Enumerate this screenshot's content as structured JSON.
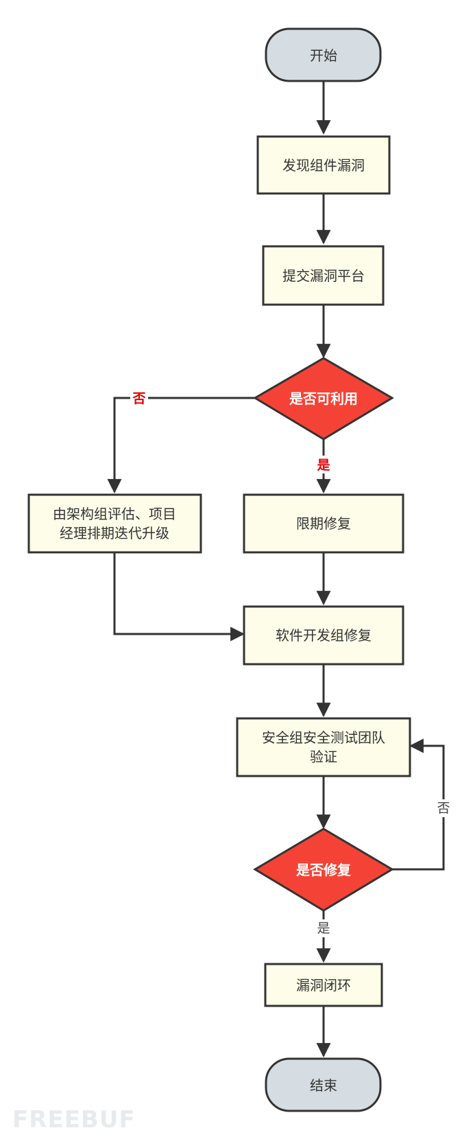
{
  "flowchart": {
    "start": "开始",
    "discover": "发现组件漏洞",
    "submit": "提交漏洞平台",
    "exploitable_decision": "是否可利用",
    "label_no_exploit": "否",
    "label_yes_exploit": "是",
    "arch_eval_line1": "由架构组评估、项目",
    "arch_eval_line2": "经理排期迭代升级",
    "deadline_fix": "限期修复",
    "dev_fix": "软件开发组修复",
    "verify_line1": "安全组安全测试团队",
    "verify_line2": "验证",
    "fixed_decision": "是否修复",
    "label_no_fixed": "否",
    "label_yes_fixed": "是",
    "close_loop": "漏洞闭环",
    "end": "结束"
  },
  "watermark": "FREEBUF",
  "colors": {
    "terminal_fill": "#d5dde2",
    "process_fill": "#fdfde9",
    "decision_fill": "#f44336",
    "stroke": "#333333",
    "red_label": "#e60000"
  }
}
